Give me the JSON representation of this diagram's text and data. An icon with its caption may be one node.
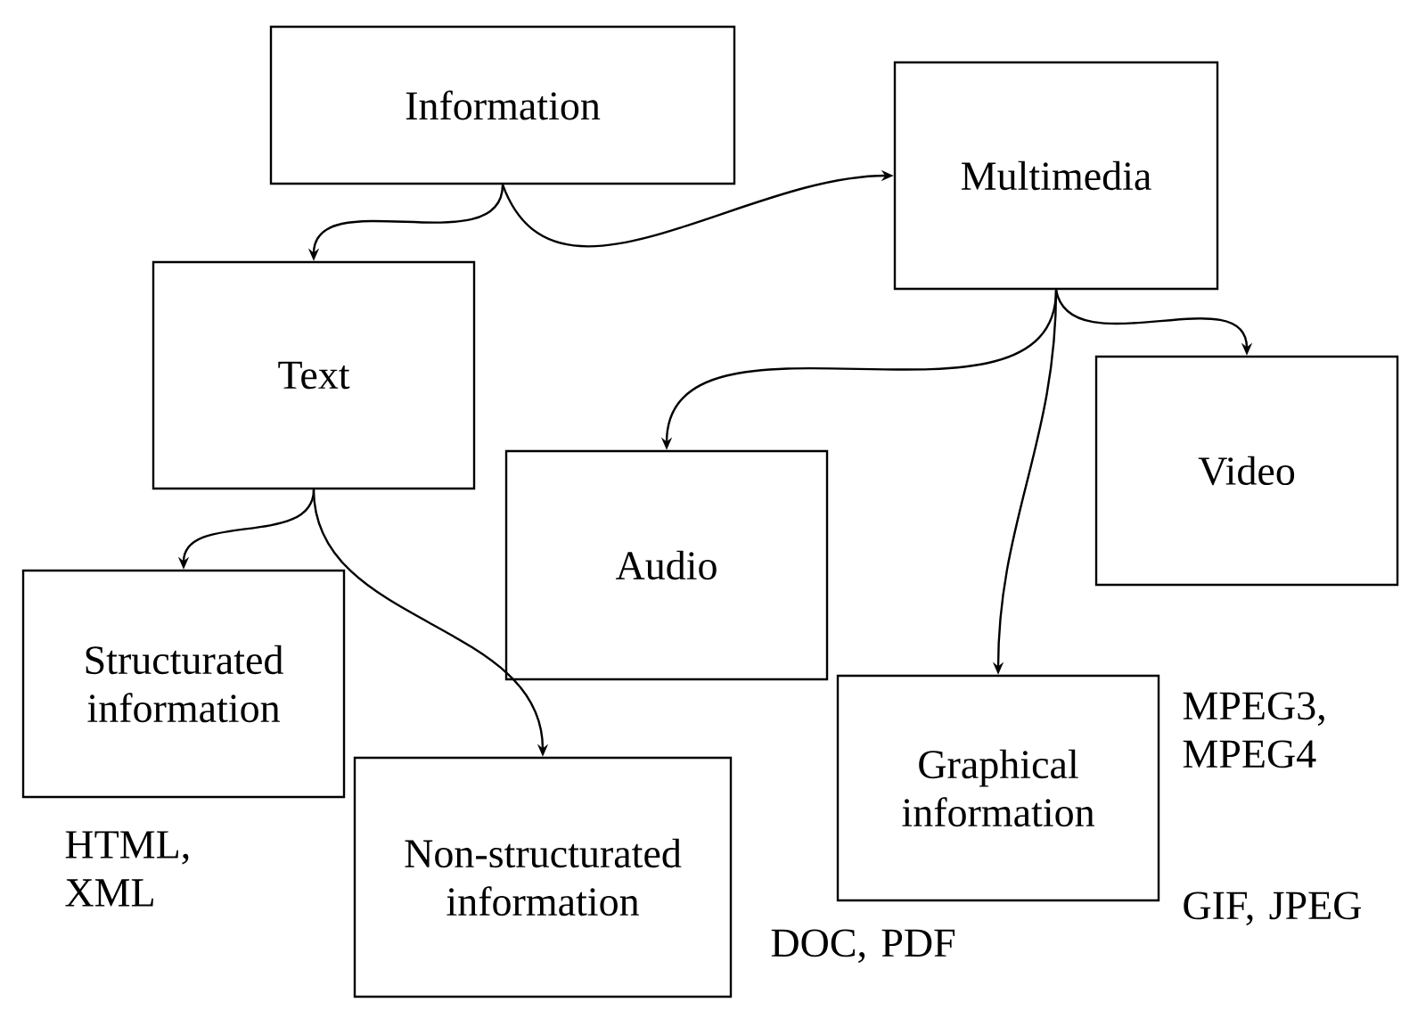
{
  "diagram": {
    "nodes": [
      {
        "text": [
          "Information"
        ]
      },
      {
        "text": [
          "Multimedia"
        ]
      },
      {
        "text": [
          "Text"
        ]
      },
      {
        "text": [
          "Audio"
        ]
      },
      {
        "text": [
          "Video"
        ]
      },
      {
        "text": [
          "Structurated information"
        ]
      },
      {
        "text": [
          "Non-structurated information"
        ]
      },
      {
        "text": [
          "Graphical information"
        ]
      }
    ],
    "edges": [
      {
        "from": 0,
        "to": 2,
        "arrow": "to"
      },
      {
        "from": 0,
        "to": 1,
        "arrow": "to"
      },
      {
        "from": 1,
        "to": 3,
        "arrow": "to"
      },
      {
        "from": 1,
        "to": 7,
        "arrow": "to"
      },
      {
        "from": 1,
        "to": 4,
        "arrow": "to"
      },
      {
        "from": 2,
        "to": 5,
        "arrow": "to"
      },
      {
        "from": 2,
        "to": 6,
        "arrow": "to"
      }
    ],
    "labels": [
      "MPEG3, MPEG4",
      "HTML, XML",
      "GIF, JPEG",
      "DOC, PDF"
    ]
  }
}
